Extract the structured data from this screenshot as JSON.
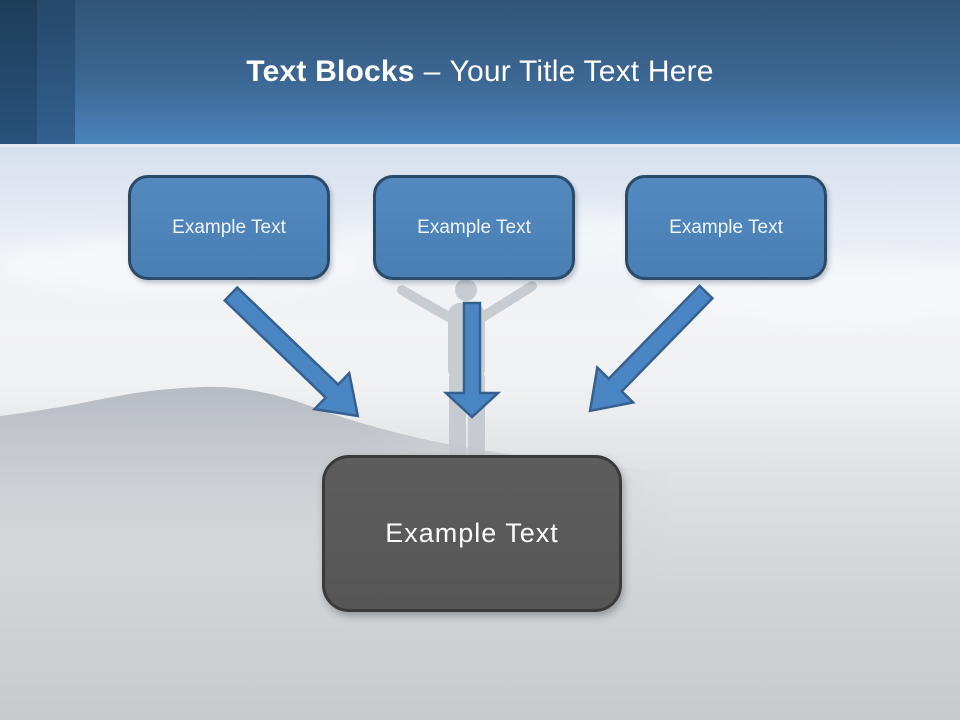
{
  "header": {
    "title_bold": "Text Blocks",
    "title_separator": "–",
    "title_rest": "Your Title Text Here"
  },
  "blocks": {
    "top": [
      {
        "label": "Example Text"
      },
      {
        "label": "Example Text"
      },
      {
        "label": "Example Text"
      }
    ],
    "bottom": {
      "label": "Example Text"
    }
  },
  "shapes": {
    "arrows": [
      "arrow-down-right",
      "arrow-down",
      "arrow-down-left"
    ],
    "background": [
      "mountain-silhouette",
      "person-arms-raised-silhouette",
      "clouds"
    ]
  },
  "colors": {
    "header_top": "#315579",
    "header_bottom": "#4a83ba",
    "accent_block_fill": "#4d85bb",
    "block_border": "#2a4a68",
    "gray_block_fill": "#595959",
    "gray_block_border": "#3a3a3a",
    "arrow_fill": "#4a86c4",
    "arrow_stroke": "#36618f",
    "title_text": "#ffffff"
  }
}
